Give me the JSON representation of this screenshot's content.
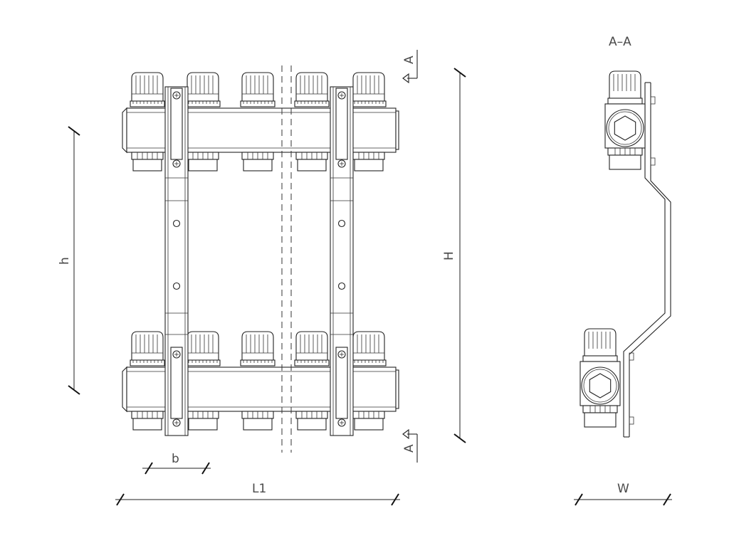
{
  "labels": {
    "section": "A–A",
    "dim_h": "h",
    "dim_H": "H",
    "dim_b": "b",
    "dim_L1": "L1",
    "dim_W": "W",
    "section_marker": "A"
  }
}
